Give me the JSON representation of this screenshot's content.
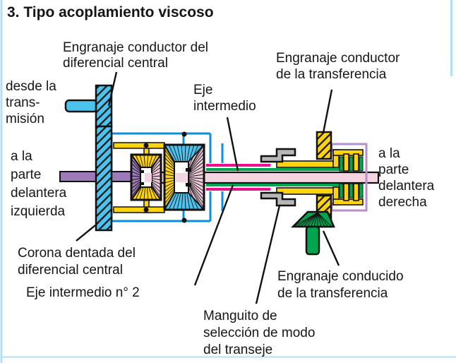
{
  "title": "3. Tipo acoplamiento viscoso",
  "labels": {
    "drive_gear_central_diff": "Engranaje conductor del\ndiferencial central",
    "from_transmission": "desde la\ntrans-\nmisión",
    "intermediate_shaft": "Eje\nintermedio",
    "transfer_drive_gear": "Engranaje conductor\nde la transferencia",
    "to_front_left": "a la\nparte\ndelantera\nizquierda",
    "to_front_right": "a la\nparte\ndelantera\nderecha",
    "ring_gear_central_diff": "Corona dentada del\ndiferencial central",
    "intermediate_shaft_2": "Eje intermedio n° 2",
    "mode_sleeve": "Manguito de\nselección de modo\ndel transeje",
    "transfer_driven_gear": "Engranaje conducido\nde la transferencia"
  },
  "colors": {
    "cyan": "#4cc3ee",
    "blue_line": "#0a90d7",
    "yellow": "#ffd40a",
    "purple": "#9d7bb8",
    "light_purple": "#b691c9",
    "pink": "#f3d4e0",
    "pink_quadrant": "#eecbdb",
    "magenta": "#ec108e",
    "green": "#00a550",
    "gray": "#b7b7b9",
    "text": "#161616",
    "edge_blue": "#b5e0f2"
  }
}
